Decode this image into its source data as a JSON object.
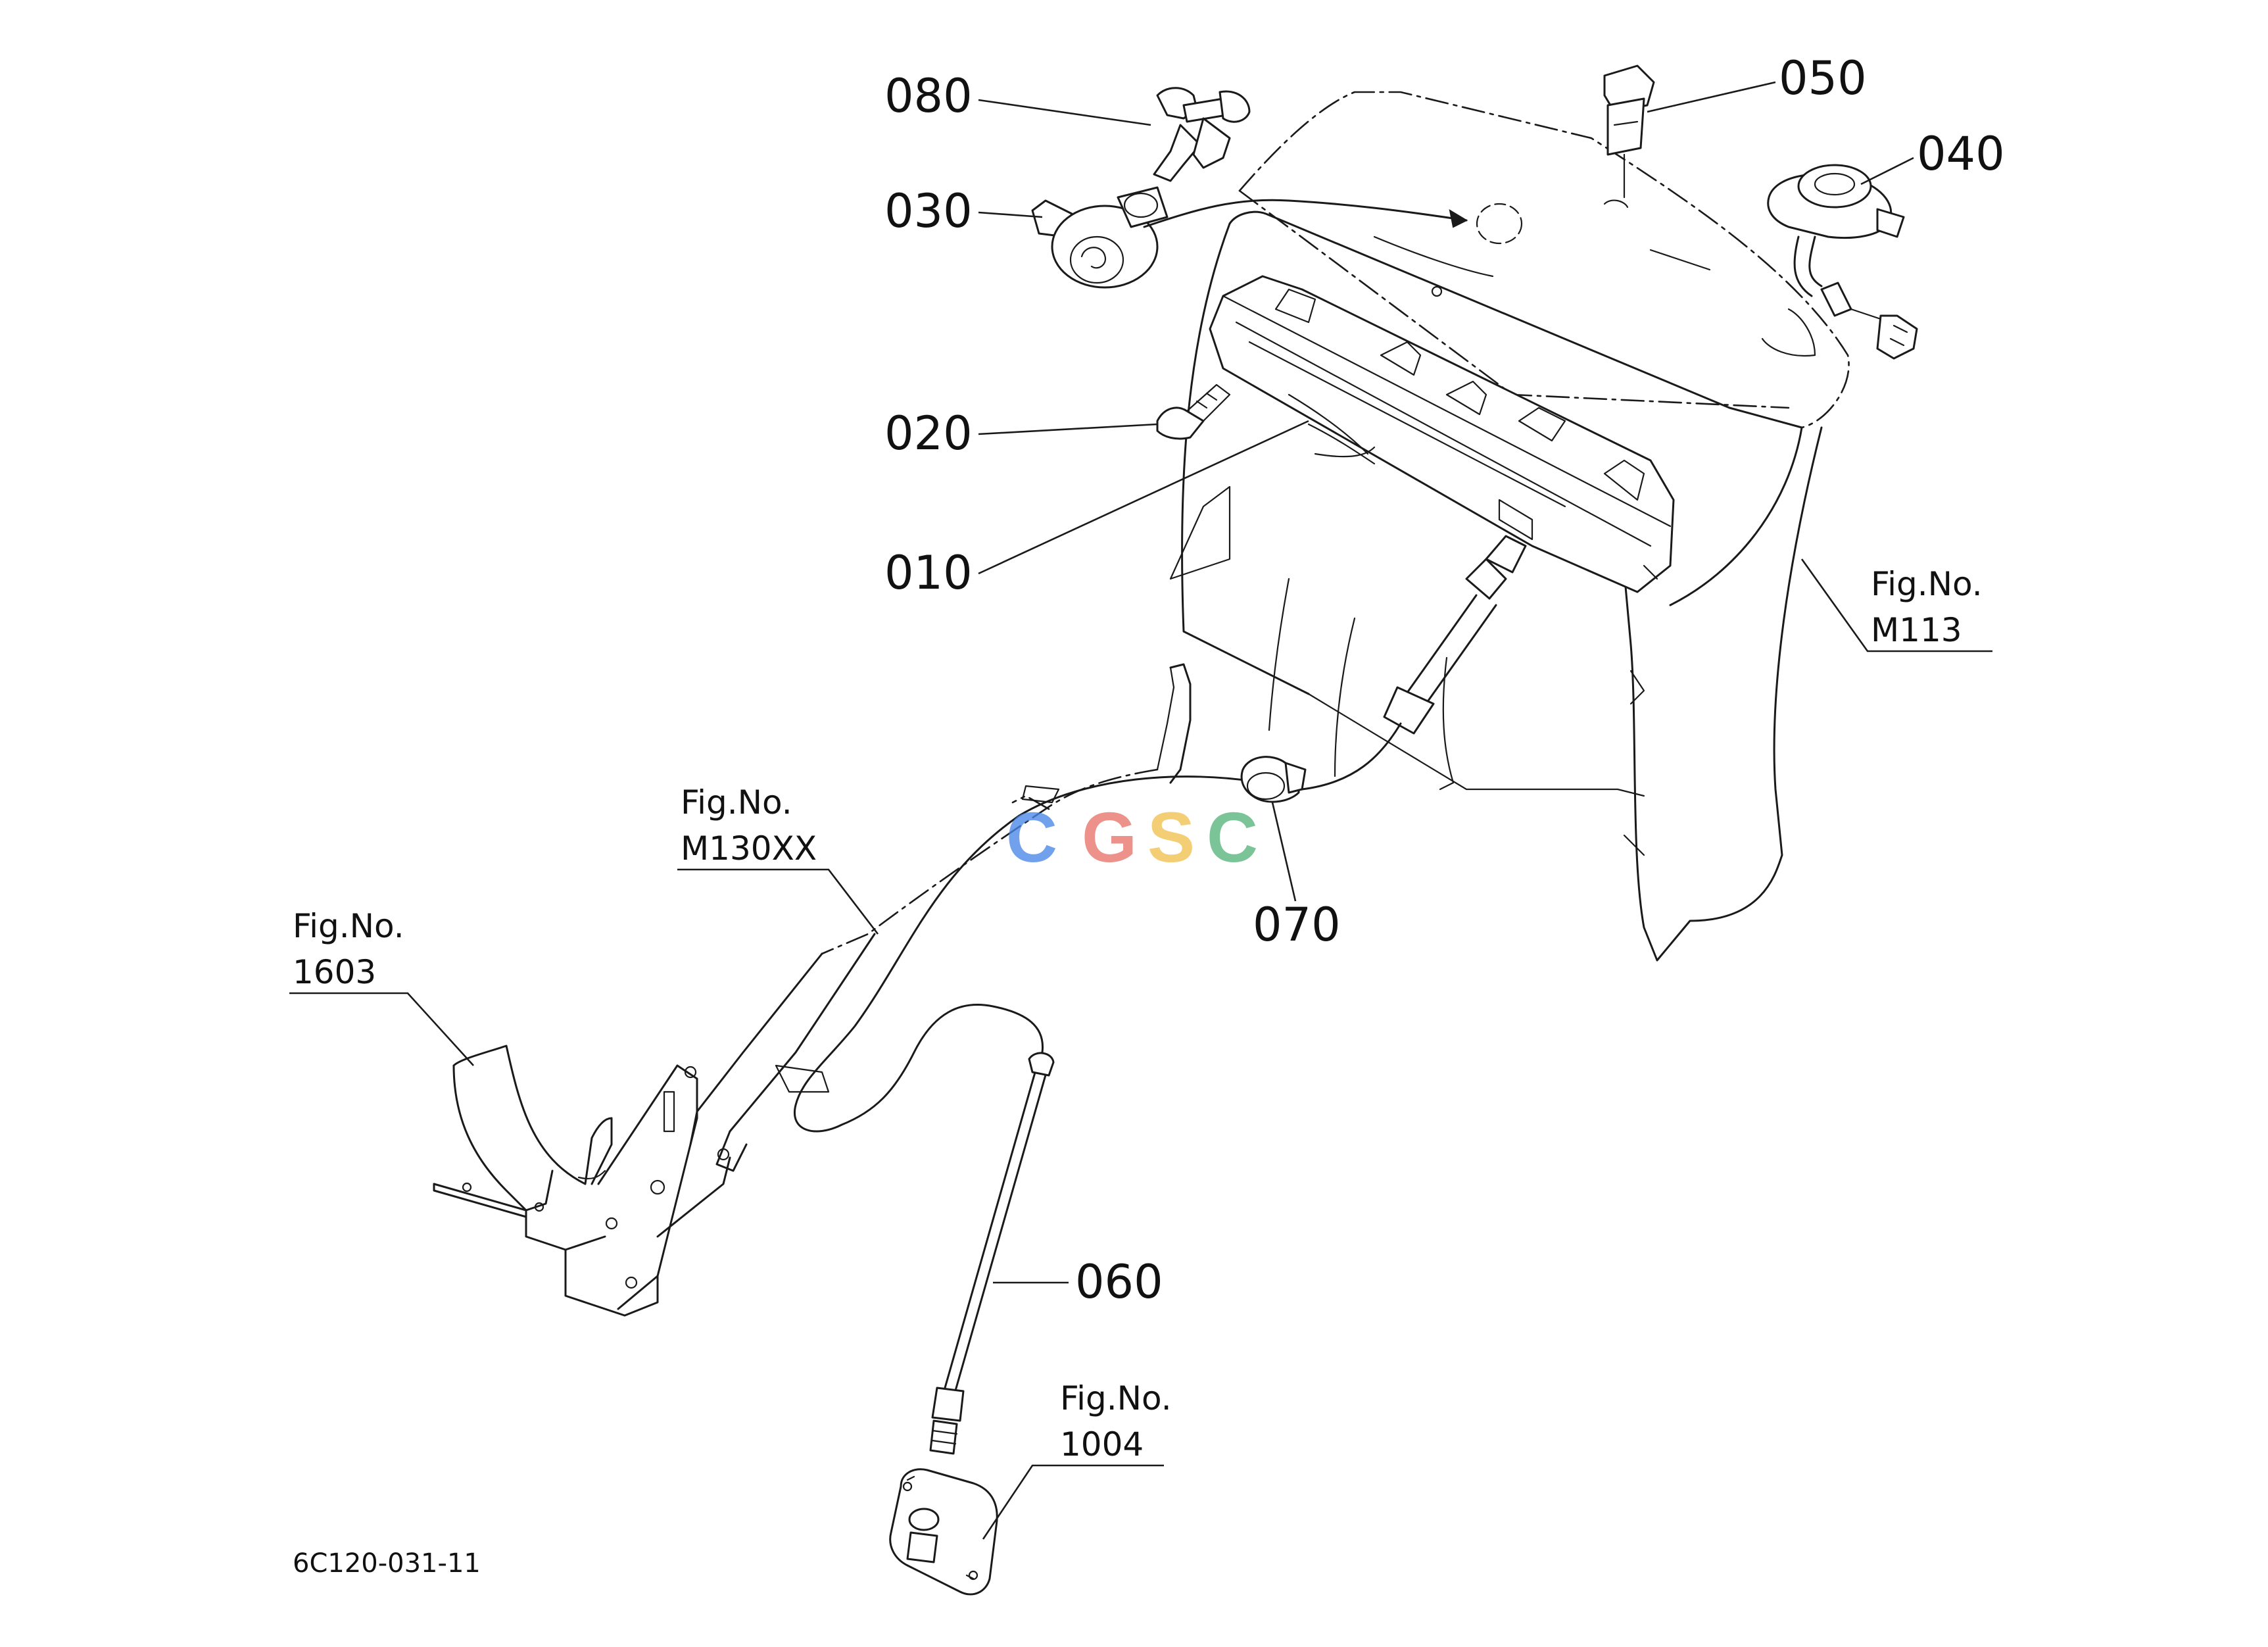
{
  "parts": {
    "p080": "080",
    "p030": "030",
    "p020": "020",
    "p010": "010",
    "p050": "050",
    "p040": "040",
    "p070": "070",
    "p060": "060"
  },
  "refs": {
    "m113": {
      "label": "Fig.No.",
      "num": "M113"
    },
    "m130xx": {
      "label": "Fig.No.",
      "num": "M130XX"
    },
    "r1603": {
      "label": "Fig.No.",
      "num": "1603"
    },
    "r1004": {
      "label": "Fig.No.",
      "num": "1004"
    }
  },
  "drawing_code": "6C120-031-11",
  "watermark": {
    "letters": [
      "C",
      "G",
      "S",
      "C"
    ],
    "colors": [
      "#4A86E8",
      "#E8736B",
      "#F2C14E",
      "#57B47A"
    ]
  }
}
